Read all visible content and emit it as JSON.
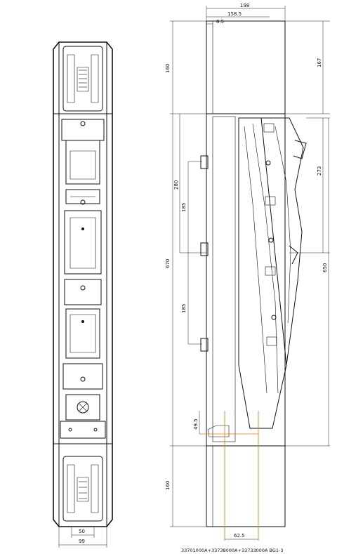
{
  "drawing": {
    "caption": "33701000A+33738000A+33733000A BG1-3",
    "dimensions": {
      "top_width": "198",
      "top_inner": "158.5",
      "top_offset": "8.5",
      "left_top": "160",
      "right_top": "167",
      "left_280": "280",
      "left_185_a": "185",
      "left_670": "670",
      "left_185_b": "185",
      "right_273": "273",
      "right_650": "650",
      "bottom_49_5": "49.5",
      "left_bottom": "160",
      "bottom_62_5": "62.5",
      "front_50": "50",
      "front_99": "99"
    },
    "colors": {
      "line": "#111111",
      "highlight": "#e07a10",
      "background": "#ffffff"
    }
  }
}
